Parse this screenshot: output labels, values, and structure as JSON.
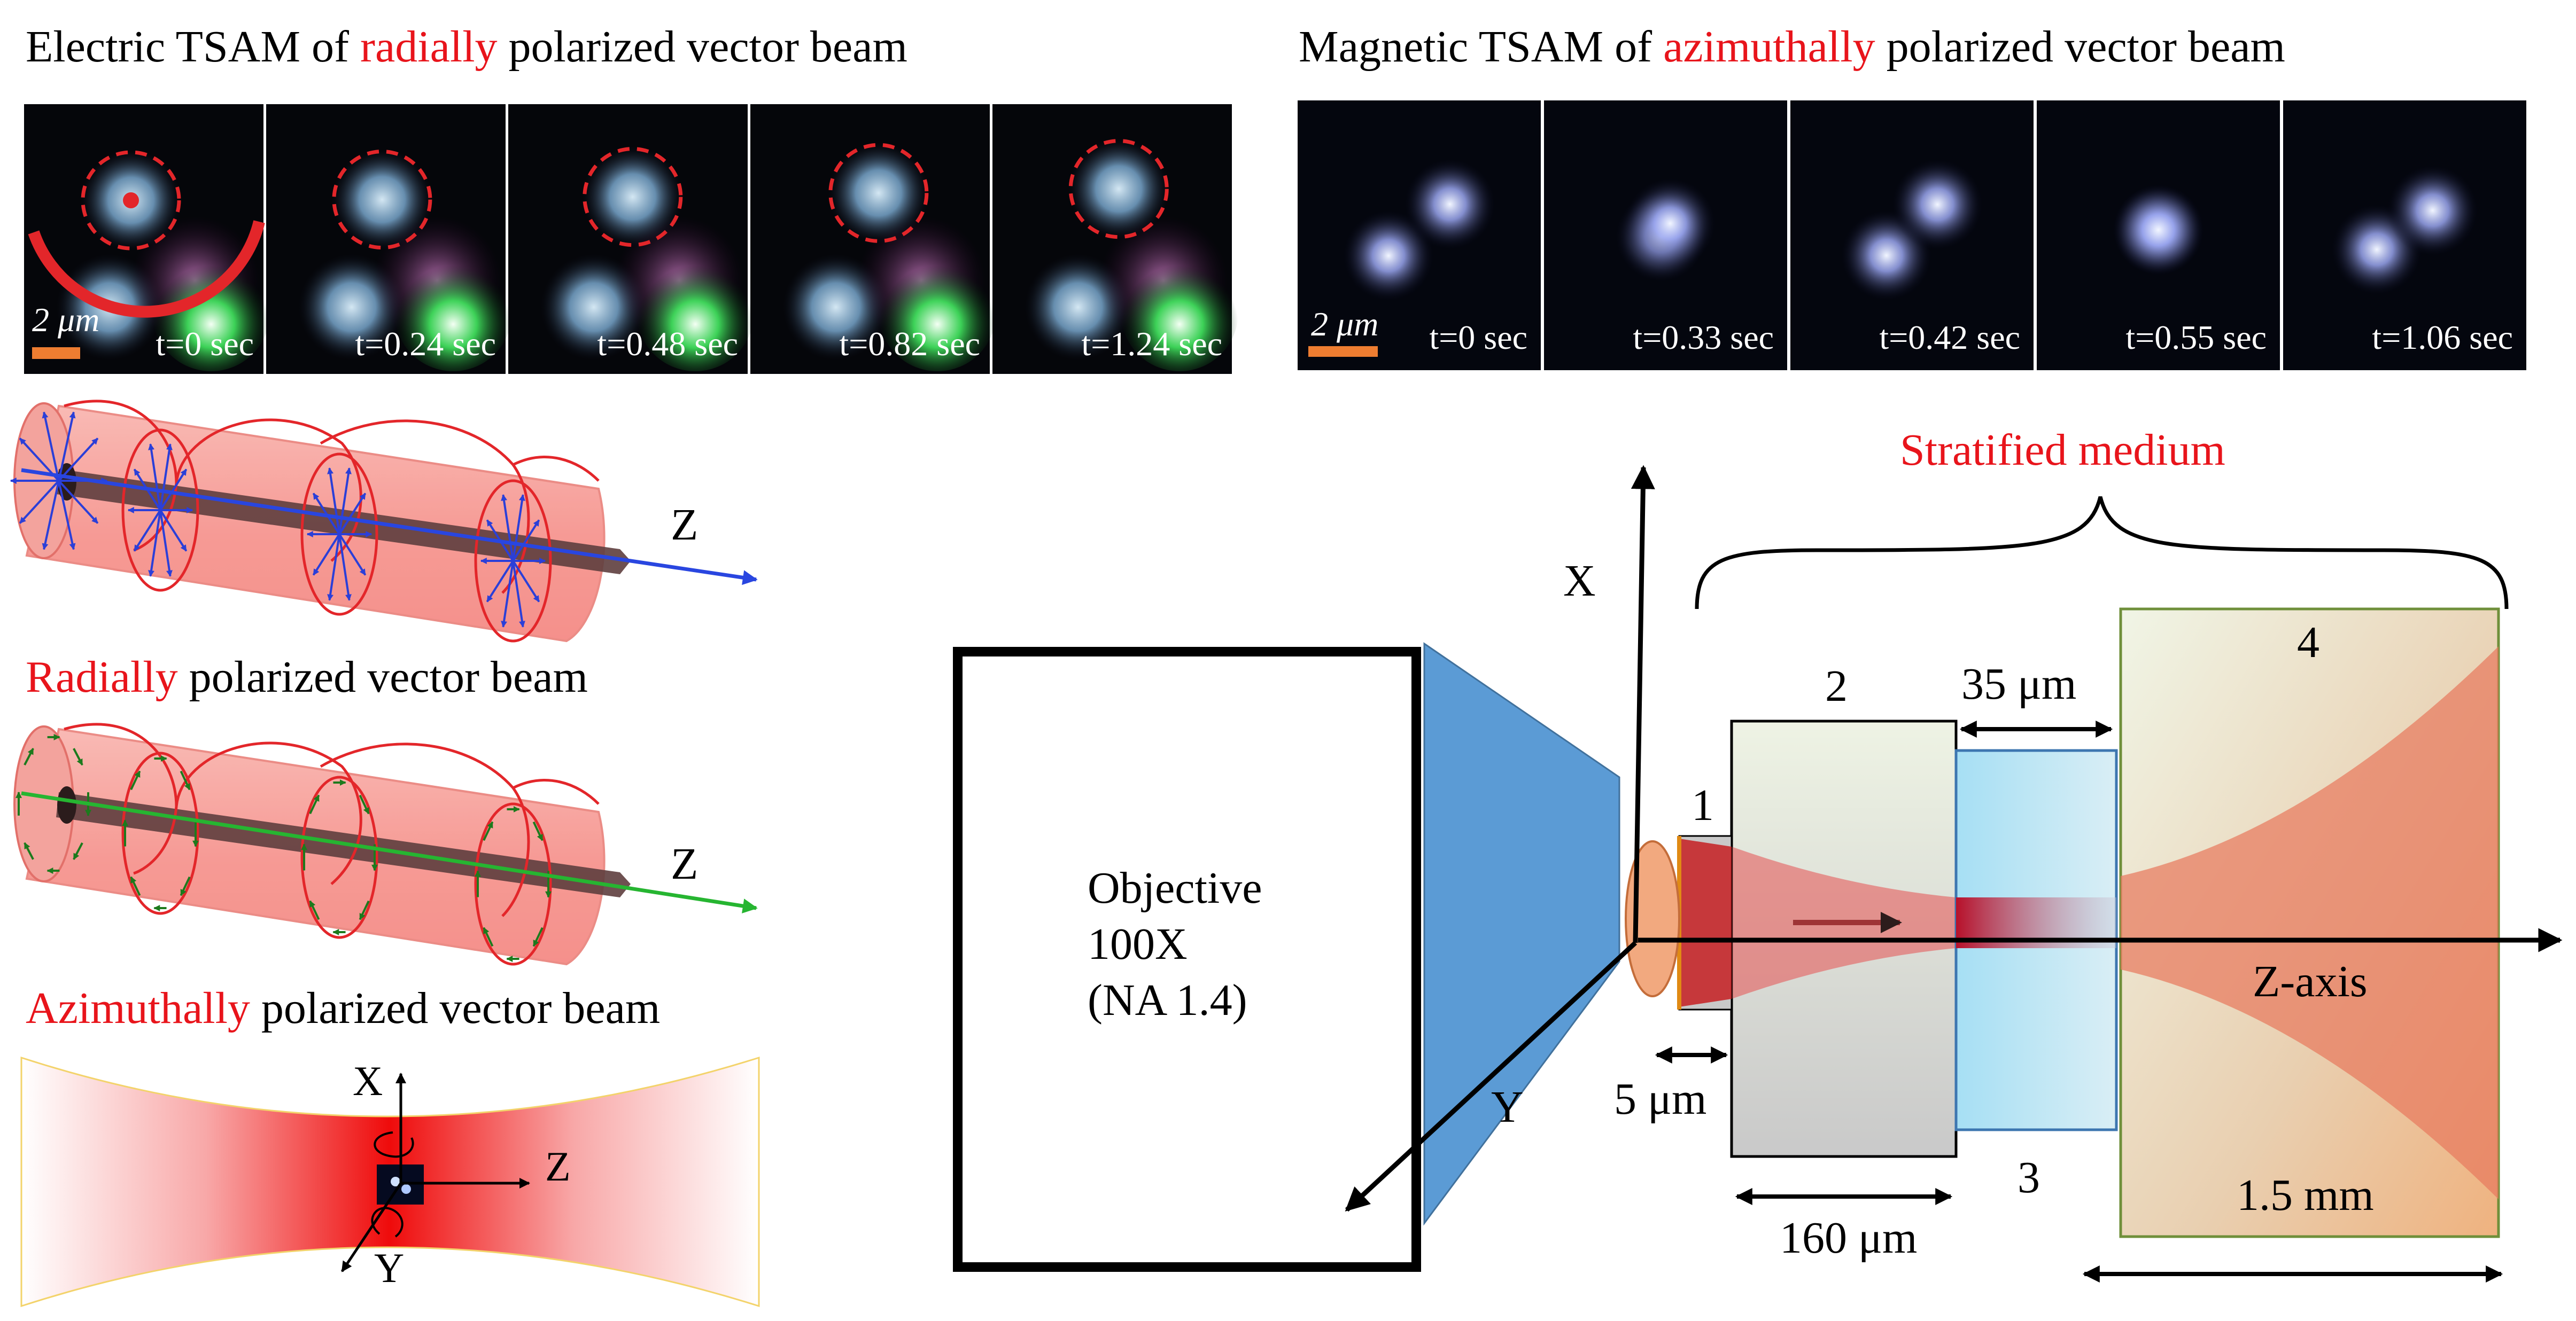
{
  "colors": {
    "highlight": "#e8141b",
    "beam_pink": "#f6908a",
    "beam_red": "#e3262a",
    "objective_blue": "#5b9bd5",
    "arrow_blue": "#2946e0",
    "arrow_green": "#26b531",
    "scalebar_orange": "#ee7d31"
  },
  "electric_title": {
    "prefix": "Electric TSAM of ",
    "highlight": "radially",
    "suffix": " polarized vector beam"
  },
  "magnetic_title": {
    "prefix": "Magnetic TSAM of ",
    "highlight": "azimuthally",
    "suffix": " polarized vector beam"
  },
  "electric_frames": [
    {
      "time": "t=0 sec",
      "angle": 0
    },
    {
      "time": "t=0.24 sec",
      "angle": 25
    },
    {
      "time": "t=0.48 sec",
      "angle": 55
    },
    {
      "time": "t=0.82 sec",
      "angle": 85
    },
    {
      "time": "t=1.24 sec",
      "angle": 115
    }
  ],
  "magnetic_frames": [
    {
      "time": "t=0 sec",
      "angle": -40,
      "sep": 1.0
    },
    {
      "time": "t=0.33 sec",
      "angle": -55,
      "sep": 0.2
    },
    {
      "time": "t=0.42 sec",
      "angle": -45,
      "sep": 0.9
    },
    {
      "time": "t=0.55 sec",
      "angle": 0,
      "sep": 0.0
    },
    {
      "time": "t=1.06 sec",
      "angle": -35,
      "sep": 0.85
    }
  ],
  "scale_bar": "2 μm",
  "axis_z": "Z",
  "beam_radial_caption": {
    "highlight": "Radially",
    "suffix": " polarized vector beam"
  },
  "beam_azimuthal_caption": {
    "highlight": "Azimuthally",
    "suffix": " polarized vector beam"
  },
  "focus_axes": {
    "x": "X",
    "y": "Y",
    "z": "Z"
  },
  "setup": {
    "stratified_label": "Stratified medium",
    "objective_lines": [
      "Objective",
      "100X",
      "(NA  1.4)"
    ],
    "axis_x": "X",
    "axis_y": "Y",
    "z_axis_label": "Z-axis",
    "layer_1": "1",
    "layer_2": "2",
    "layer_3": "3",
    "layer_4": "4",
    "dim_5um": "5 μm",
    "dim_160um": "160 μm",
    "dim_35um": "35 μm",
    "dim_15mm": "1.5 mm"
  }
}
